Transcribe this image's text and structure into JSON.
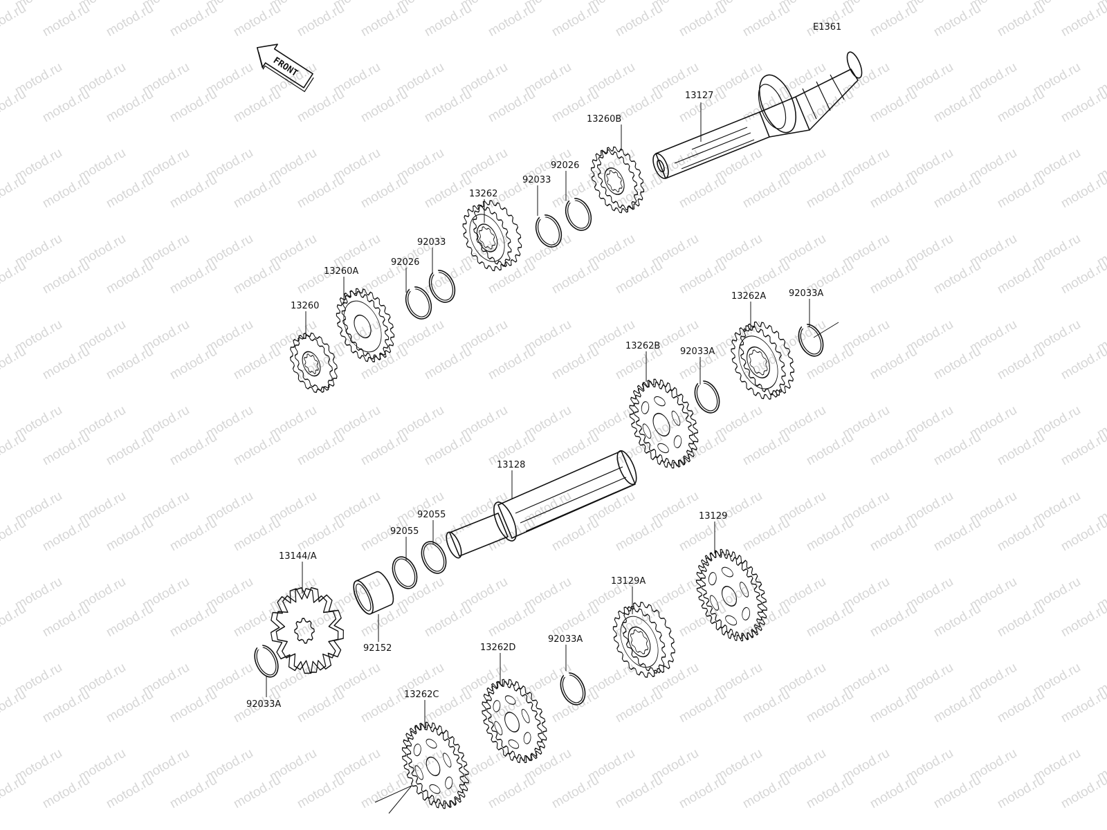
{
  "diagram_code": "E1361",
  "front_label": "FRONT",
  "watermark": "motod.ru",
  "parts": {
    "p13127": "13127",
    "p13260B": "13260B",
    "p92026_top": "92026",
    "p92033_top": "92033",
    "p13262": "13262",
    "p92033_mid": "92033",
    "p92026_mid": "92026",
    "p13260A": "13260A",
    "p13260": "13260",
    "p13262A": "13262A",
    "p92033A_top": "92033A",
    "p13262B": "13262B",
    "p92033A_mid": "92033A",
    "p13128": "13128",
    "p92055_a": "92055",
    "p92055_b": "92055",
    "p13144A": "13144/A",
    "p92152": "92152",
    "p92033A_left": "92033A",
    "p13129": "13129",
    "p13129A": "13129A",
    "p92033A_low": "92033A",
    "p13262D": "13262D",
    "p13262C": "13262C"
  }
}
